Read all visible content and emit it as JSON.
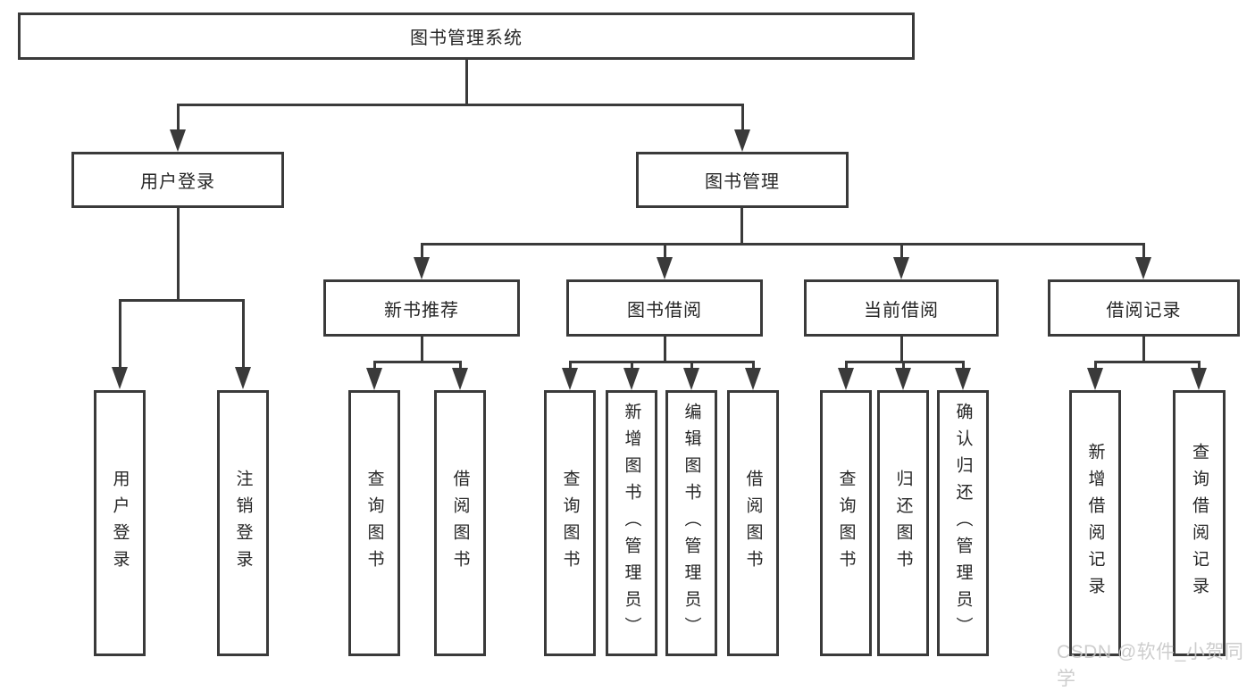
{
  "colors": {
    "line": "#3a3a3a",
    "box_border": "#3a3a3a",
    "text": "#262626",
    "watermark": "#c8c8c8",
    "background": "#ffffff"
  },
  "tree": {
    "root": "图书管理系统",
    "branches": [
      {
        "label": "用户登录",
        "children": [
          "用户登录",
          "注销登录"
        ]
      },
      {
        "label": "图书管理",
        "groups": [
          {
            "label": "新书推荐",
            "children": [
              "查询图书",
              "借阅图书"
            ]
          },
          {
            "label": "图书借阅",
            "children": [
              "查询图书",
              "新增图书（管理员）",
              "编辑图书（管理员）",
              "借阅图书"
            ]
          },
          {
            "label": "当前借阅",
            "children": [
              "查询图书",
              "归还图书",
              "确认归还（管理员）"
            ]
          },
          {
            "label": "借阅记录",
            "children": [
              "新增借阅记录",
              "查询借阅记录"
            ]
          }
        ]
      }
    ]
  },
  "watermark": {
    "text": "CSDN @软件_小贺同学"
  }
}
